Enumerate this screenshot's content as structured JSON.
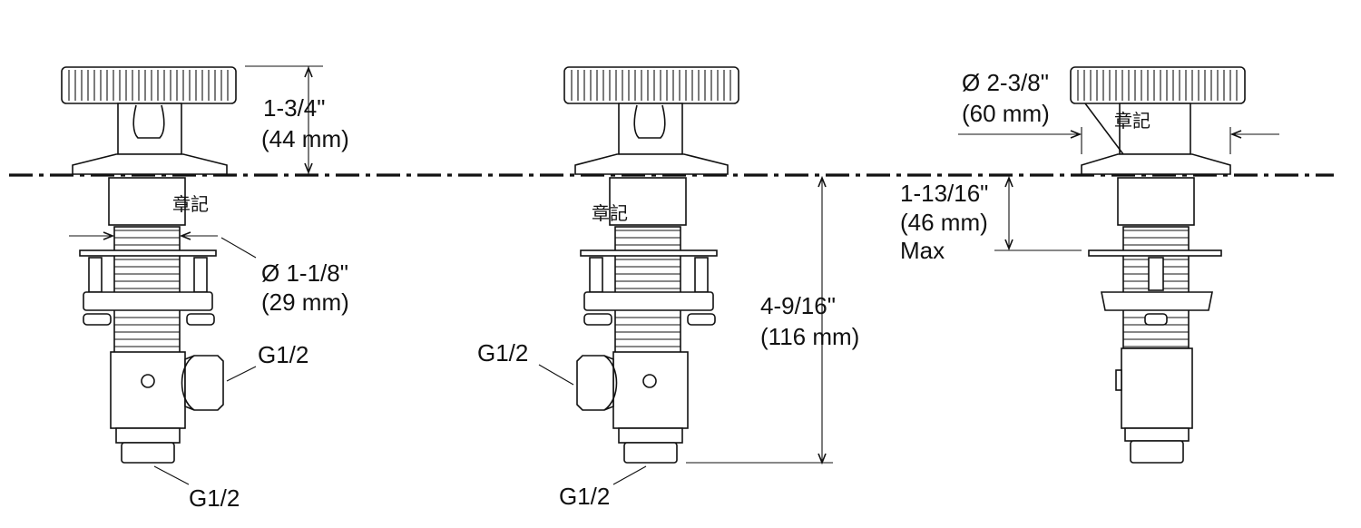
{
  "labels": {
    "height_frac": "1-3/4\"",
    "height_mm": "(44 mm)",
    "thread_dia_frac": "Ø 1-1/8\"",
    "thread_dia_mm": "(29 mm)",
    "outlet_side_left": "G1/2",
    "outlet_bottom_left": "G1/2",
    "outlet_side_middle": "G1/2",
    "outlet_bottom_middle": "G1/2",
    "length_frac": "4-9/16\"",
    "length_mm": "(116 mm)",
    "handle_dia_frac": "Ø 2-3/8\"",
    "handle_dia_mm": "(60 mm)",
    "deck_thick_frac": "1-13/16\"",
    "deck_thick_mm": "(46 mm)",
    "deck_thick_max": "Max"
  },
  "stamps": {
    "left": "章記",
    "middle": "章記",
    "right": "章記"
  },
  "colors": {
    "line": "#111111",
    "background": "#ffffff"
  }
}
